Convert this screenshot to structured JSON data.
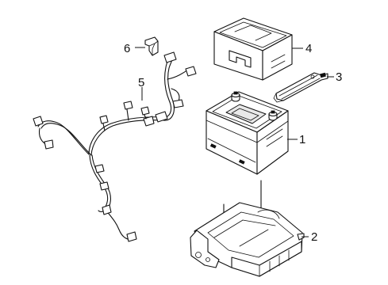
{
  "callouts": {
    "c1": "1",
    "c2": "2",
    "c3": "3",
    "c4": "4",
    "c5": "5",
    "c6": "6"
  },
  "parts": [
    {
      "id": "1",
      "icon": "battery-icon"
    },
    {
      "id": "2",
      "icon": "battery-tray-icon"
    },
    {
      "id": "3",
      "icon": "hold-down-clamp-icon"
    },
    {
      "id": "4",
      "icon": "battery-cover-icon"
    },
    {
      "id": "5",
      "icon": "wiring-harness-icon"
    },
    {
      "id": "6",
      "icon": "bracket-clip-icon"
    }
  ],
  "colors": {
    "line": "#111111",
    "background": "#ffffff"
  }
}
